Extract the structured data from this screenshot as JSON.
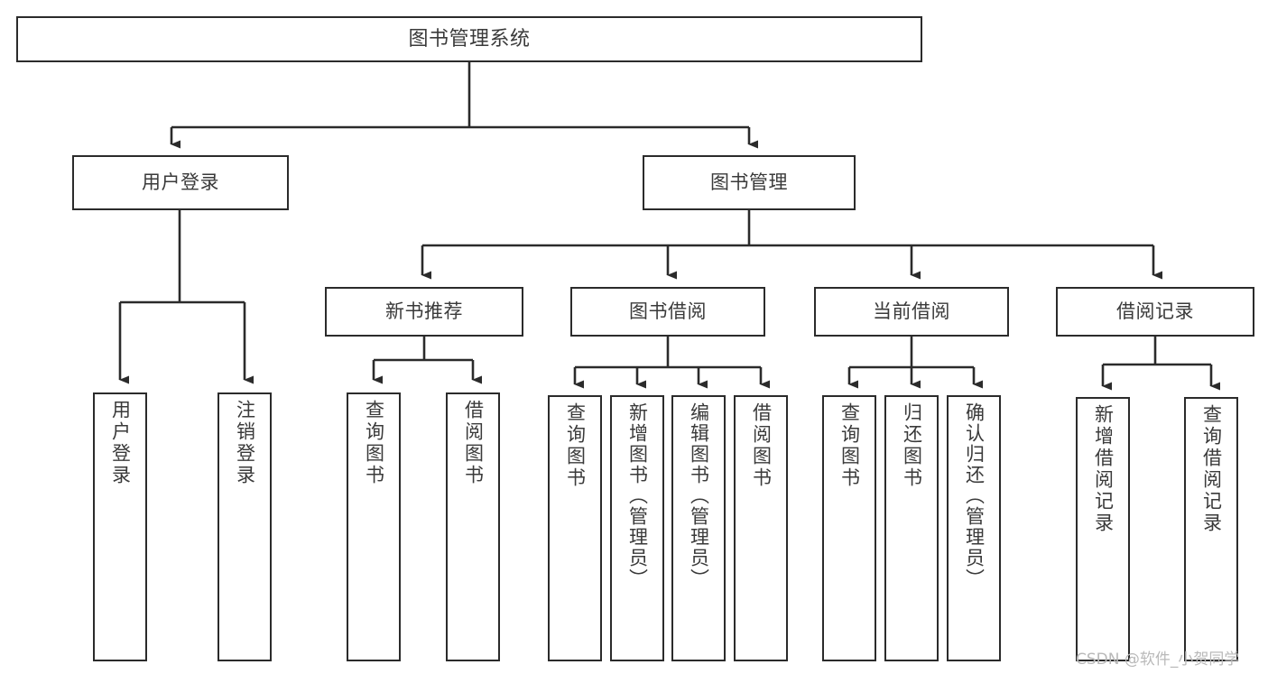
{
  "diagram": {
    "title": "图书管理系统",
    "type": "tree-hierarchy-diagram",
    "colors": {
      "stroke": "#2b2b2b",
      "text": "#3a3a3a",
      "background": "#ffffff",
      "watermark": "#b9b9b9"
    },
    "watermark": "CSDN @软件_小贺同学",
    "nodes": {
      "root": "图书管理系统",
      "level1": {
        "user_login": "用户登录",
        "book_manage": "图书管理"
      },
      "level2": {
        "new_book_recommend": "新书推荐",
        "book_borrow": "图书借阅",
        "current_borrow": "当前借阅",
        "borrow_record": "借阅记录"
      },
      "leaves": {
        "user_login_1": "用户登录",
        "user_login_2": "注销登录",
        "new_book_1": "查询图书",
        "new_book_2": "借阅图书",
        "borrow_1": "查询图书",
        "borrow_2": "新增图书（管理员）",
        "borrow_3": "编辑图书（管理员）",
        "borrow_4": "借阅图书",
        "current_1": "查询图书",
        "current_2": "归还图书",
        "current_3": "确认归还（管理员）",
        "record_1": "新增借阅记录",
        "record_2": "查询借阅记录"
      }
    }
  }
}
